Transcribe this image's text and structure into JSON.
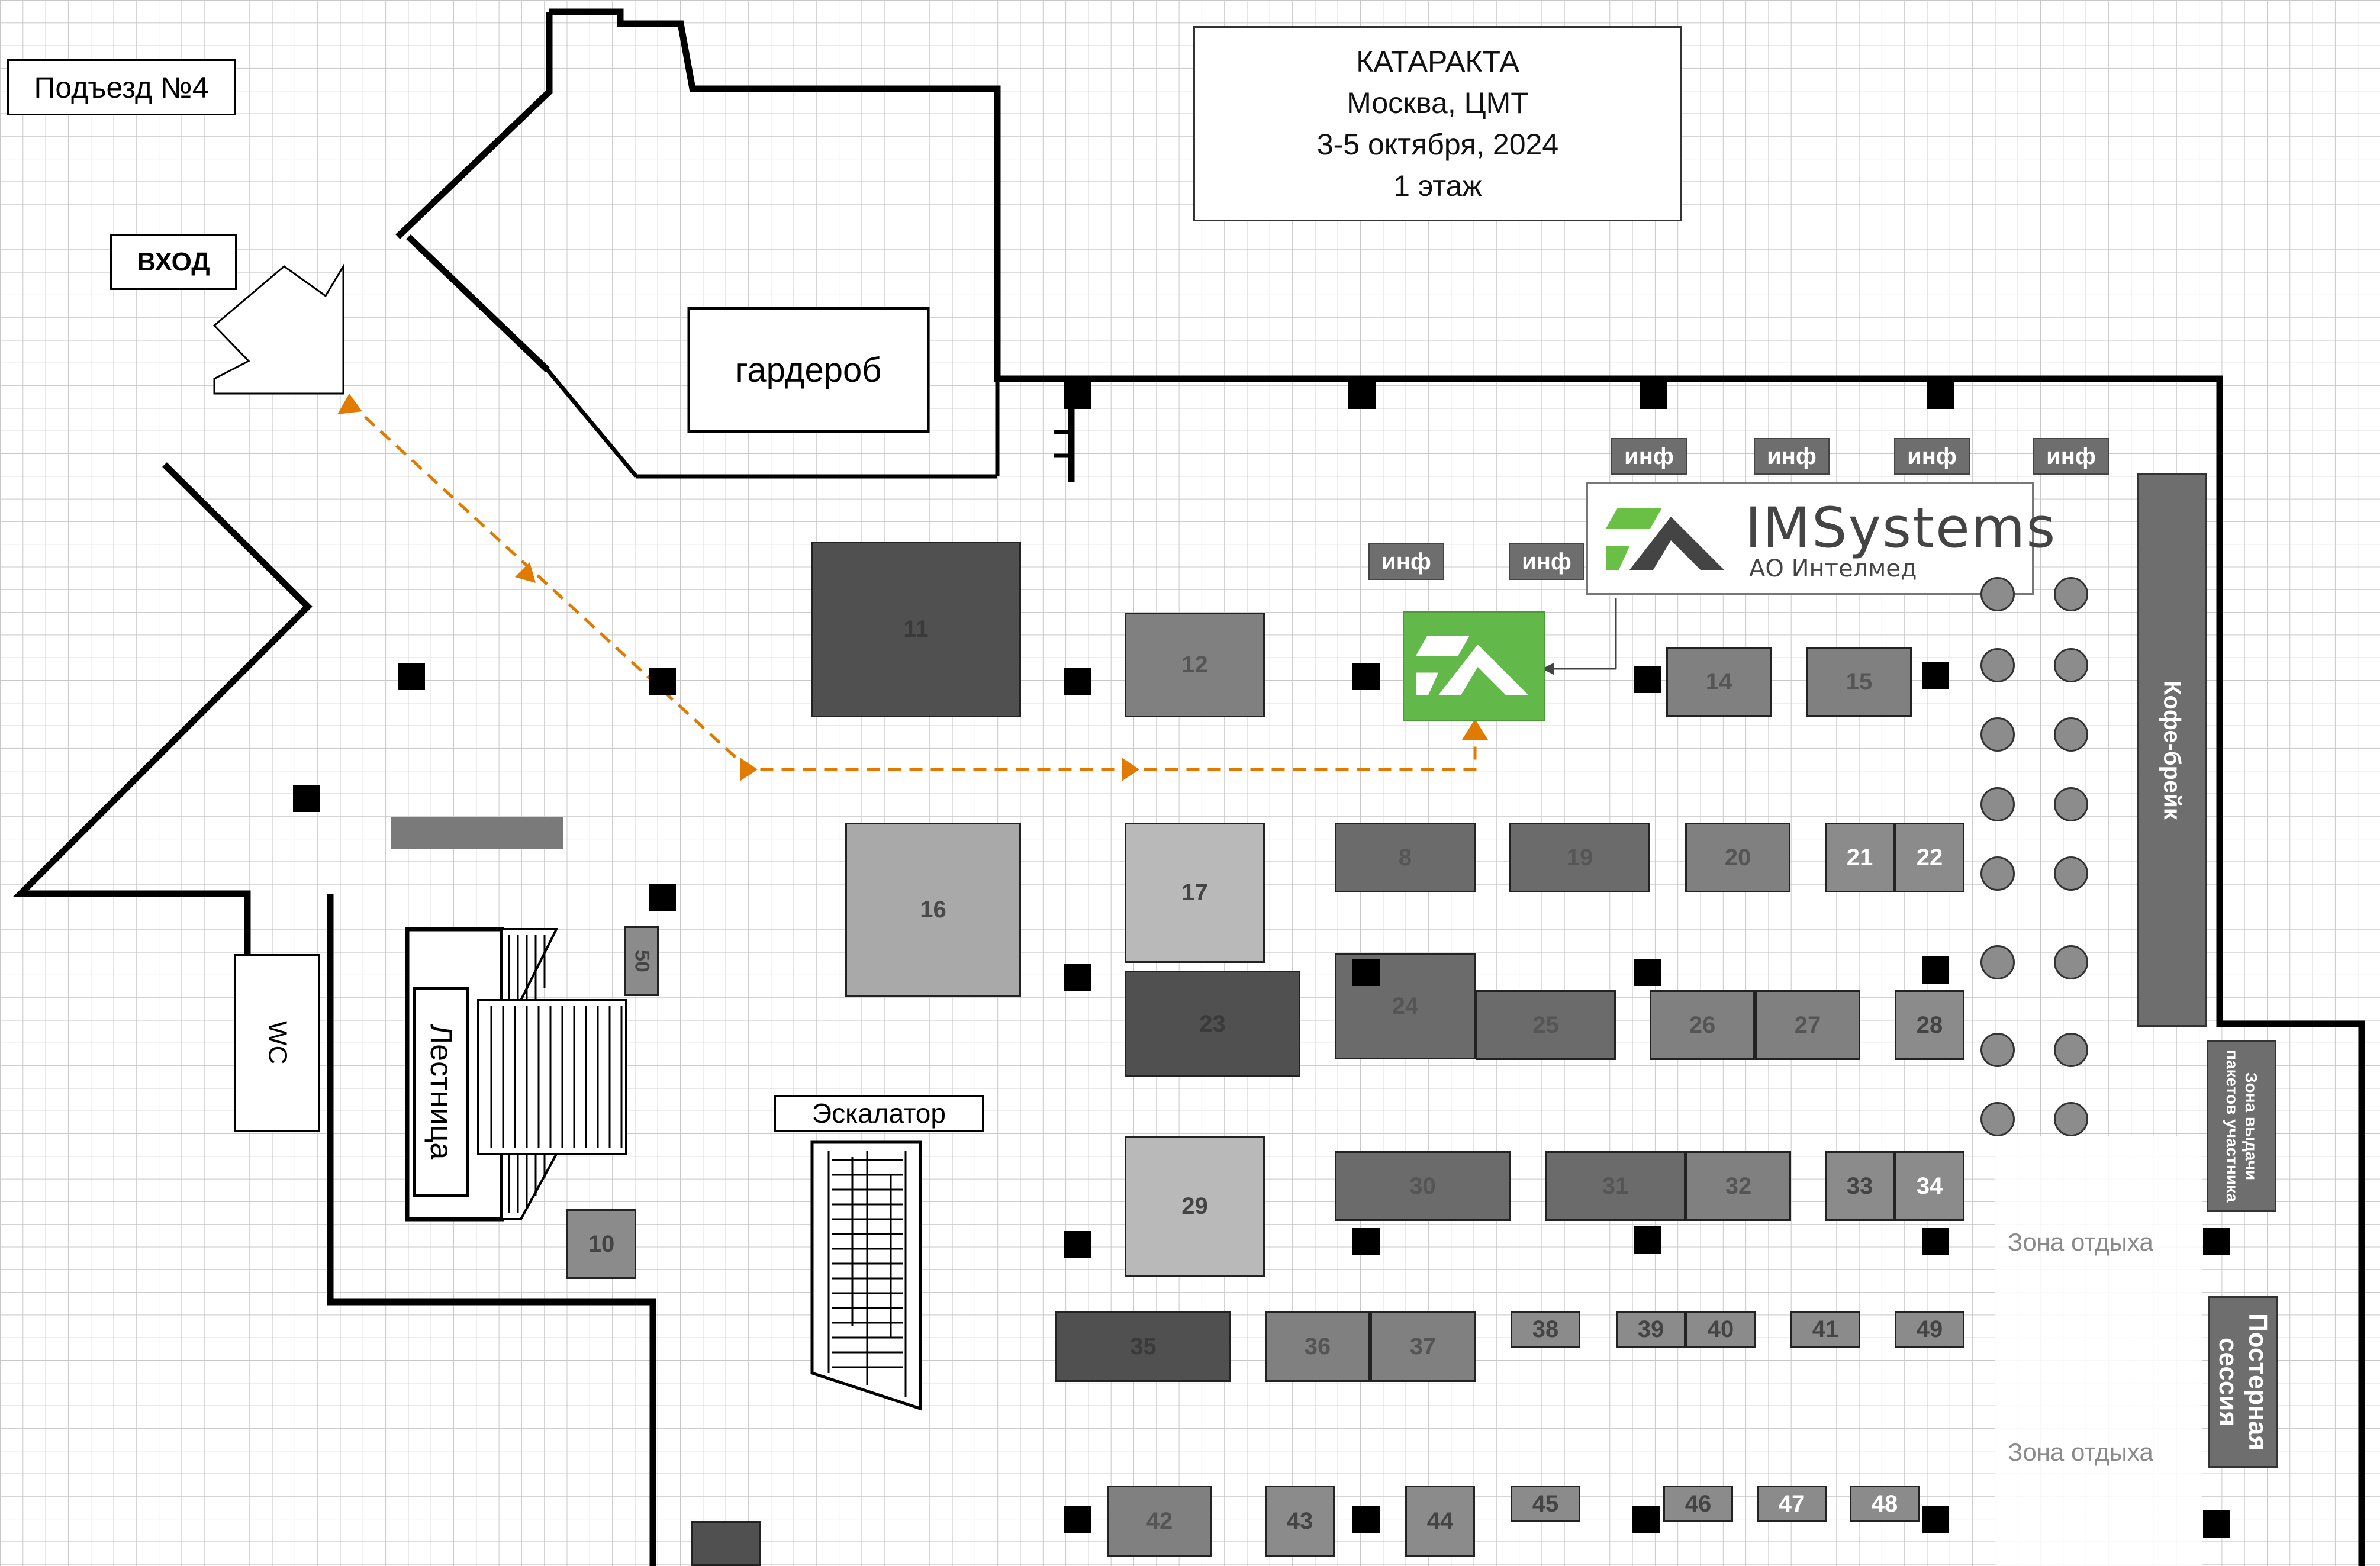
{
  "title": {
    "line1": "КАТАРАКТА",
    "line2": "Москва, ЦМТ",
    "line3": "3-5 октября, 2024",
    "line4": "1 этаж"
  },
  "entrance_label": "Подъезд №4",
  "vhod_label": "ВХОД",
  "garderob_label": "гардероб",
  "wc_label": "WC",
  "stairs_label": "Лестница",
  "escalator_label": "Эскалатор",
  "coffee_label": "Кофе-брейк",
  "packets_label": "Зона выдачи пакетов участника",
  "poster_label": "Постерная сессия",
  "rest_zone_1": "Зона отдыха",
  "rest_zone_2": "Зона отдыха",
  "imsystems": {
    "name": "IMSystems",
    "subtitle": "АО Интелмед",
    "brand_color": "#6abf45"
  },
  "info_label": "инф",
  "booths": {
    "b10": "10",
    "b11": "11",
    "b12": "12",
    "b14": "14",
    "b15": "15",
    "b16": "16",
    "b17": "17",
    "b8": "8",
    "b19": "19",
    "b20": "20",
    "b21": "21",
    "b22": "22",
    "b23": "23",
    "b24": "24",
    "b25": "25",
    "b26": "26",
    "b27": "27",
    "b28": "28",
    "b29": "29",
    "b30": "30",
    "b31": "31",
    "b32": "32",
    "b33": "33",
    "b34": "34",
    "b35": "35",
    "b36": "36",
    "b37": "37",
    "b38": "38",
    "b39": "39",
    "b40": "40",
    "b41": "41",
    "b49": "49",
    "b42": "42",
    "b43": "43",
    "b44": "44",
    "b45": "45",
    "b46": "46",
    "b47": "47",
    "b48": "48",
    "b50": "50"
  },
  "colors": {
    "route": "#e07b00",
    "grid": "#c8c8c8"
  }
}
